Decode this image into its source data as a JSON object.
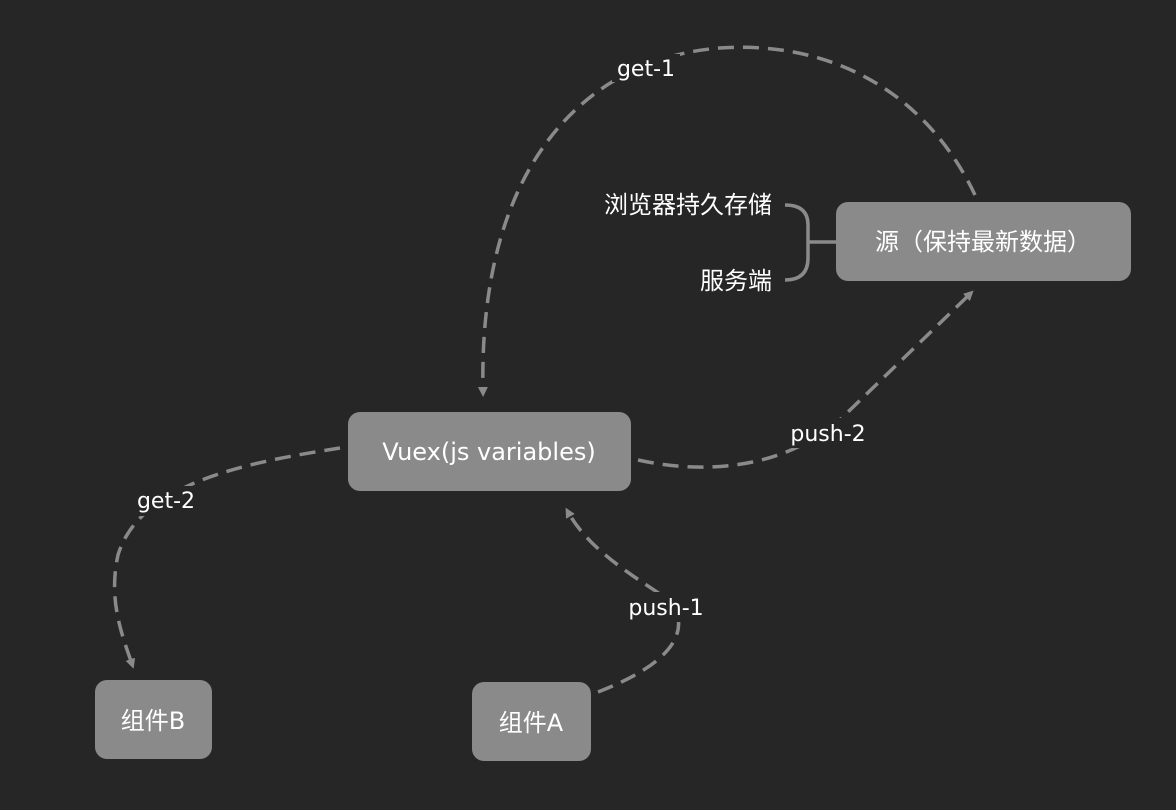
{
  "colors": {
    "background": "#262626",
    "node": "#8a8a8a",
    "edge": "#8a8a8a",
    "text": "#ffffff"
  },
  "nodes": {
    "source": "源（保持最新数据）",
    "vuex": "Vuex(js variables)",
    "component_b": "组件B",
    "component_a": "组件A"
  },
  "source_children": [
    "浏览器持久存储",
    "服务端"
  ],
  "edges": {
    "get1": "get-1",
    "push2": "push-2",
    "get2": "get-2",
    "push1": "push-1"
  }
}
